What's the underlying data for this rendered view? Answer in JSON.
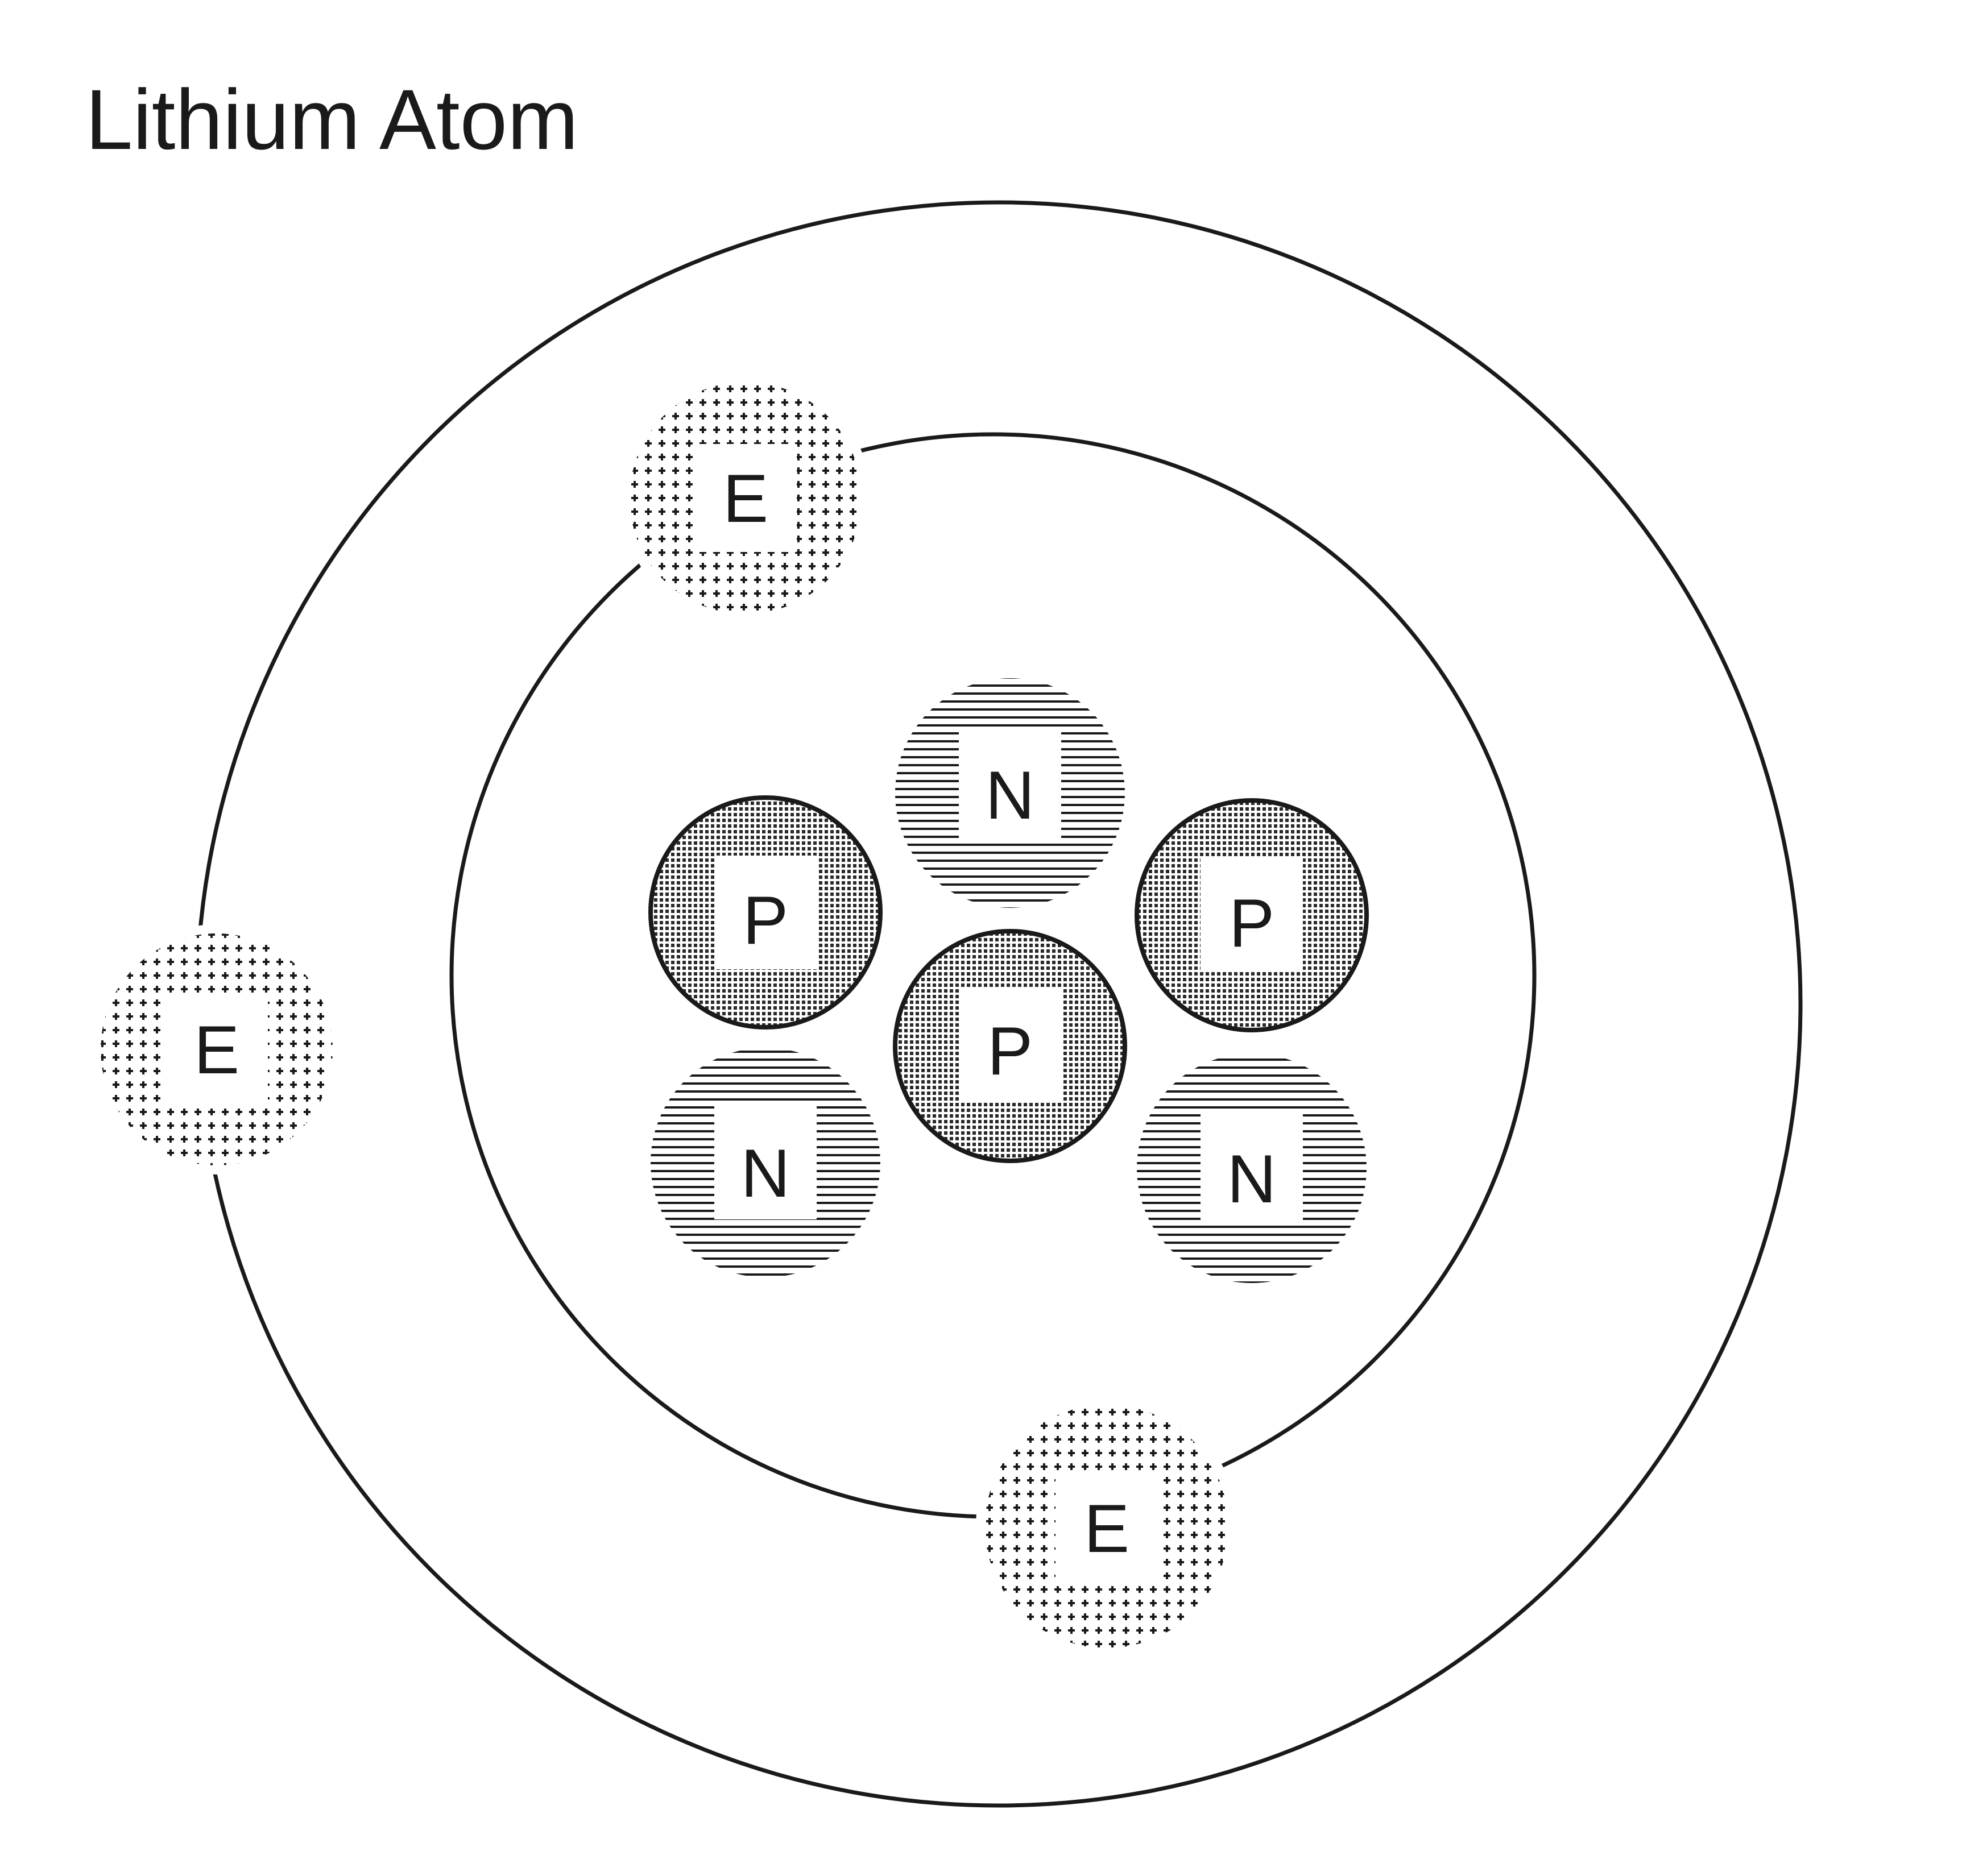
{
  "title": "Lithium Atom",
  "colors": {
    "ink": "#1a1a1a",
    "background": "#ffffff"
  },
  "nucleus": {
    "protons": [
      {
        "label": "P"
      },
      {
        "label": "P"
      },
      {
        "label": "P"
      }
    ],
    "neutrons": [
      {
        "label": "N"
      },
      {
        "label": "N"
      },
      {
        "label": "N"
      }
    ]
  },
  "orbits": [
    {
      "electrons": [
        {
          "label": "E"
        },
        {
          "label": "E"
        }
      ]
    },
    {
      "electrons": [
        {
          "label": "E"
        }
      ]
    }
  ]
}
